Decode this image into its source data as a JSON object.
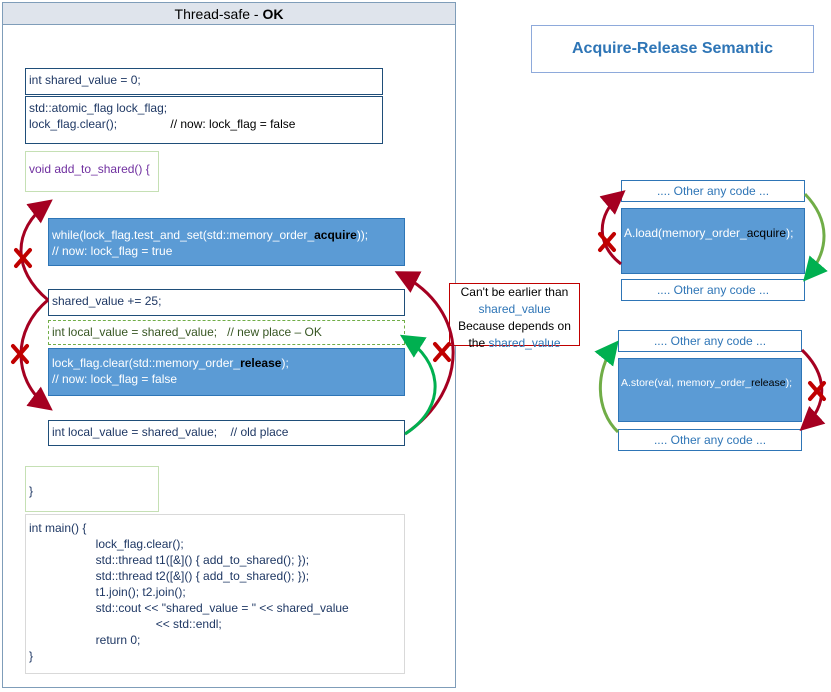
{
  "left_panel": {
    "title_prefix": "Thread-safe - ",
    "title_status": "OK",
    "code": {
      "shared_decl": "int shared_value = 0;",
      "flag_decl_1": "std::atomic_flag lock_flag;",
      "flag_decl_2": "lock_flag.clear();",
      "flag_decl_2_comment": "// now: lock_flag = false",
      "func_open": "void add_to_shared() {",
      "while_prefix": "while(lock_flag.test_and_set(std::memory_order_",
      "while_kw": "acquire",
      "while_suffix": "));",
      "while_comment": "// now: lock_flag = true",
      "add_line": "shared_value += 25;",
      "local_new": "int local_value = shared_value;   // new place – OK",
      "clear_prefix": "lock_flag.clear(std::memory_order_",
      "clear_kw": "release",
      "clear_suffix": ");",
      "clear_comment": "// now: lock_flag = false",
      "local_old": "int local_value = shared_value;    // old place",
      "func_close": "}",
      "main_lines": [
        "int main() {",
        "                    lock_flag.clear();",
        "                    std::thread t1([&]() { add_to_shared(); });",
        "                    std::thread t2([&]() { add_to_shared(); });",
        "                    t1.join(); t2.join();",
        "                    std::cout << \"shared_value = \" << shared_value",
        "                                      << std::endl;",
        "                    return 0;",
        "}"
      ]
    }
  },
  "note": {
    "line1": "Can't be earlier than",
    "line2": "shared_value",
    "line3": "Because depends on",
    "line4_prefix": "the ",
    "line4_hl": "shared_value"
  },
  "right_panel": {
    "title": "Acquire-Release Semantic",
    "acquire_group": {
      "top": ".... Other any code ...",
      "op_prefix": "A.load(memory_order_",
      "op_kw": "acquire",
      "op_suffix": ");",
      "bottom": ".... Other any code ..."
    },
    "release_group": {
      "top": ".... Other any code ...",
      "op_prefix": "A.store(val, memory_order_",
      "op_kw": "release",
      "op_suffix": ");",
      "bottom": ".... Other any code ..."
    }
  },
  "colors": {
    "forbidden_arrow": "#a50021",
    "allowed_arrow": "#00b050",
    "cross": "#c00000",
    "code_blue": "#5b9bd5"
  }
}
